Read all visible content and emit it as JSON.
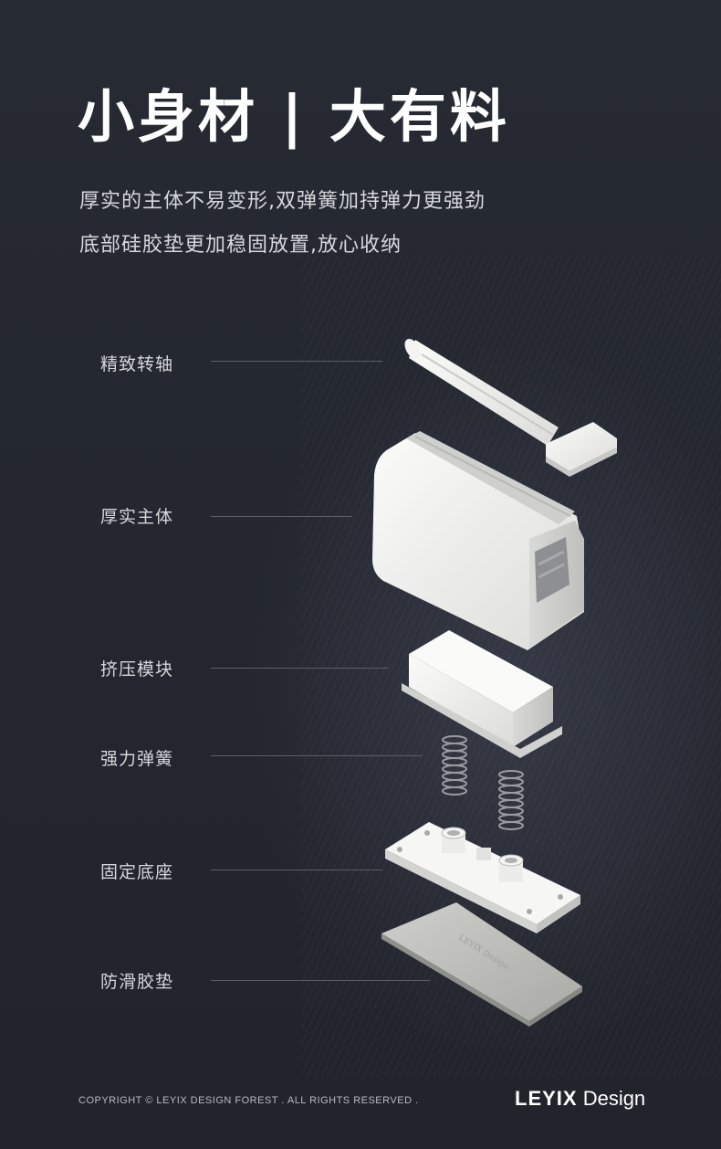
{
  "headline": "小身材 | 大有料",
  "subtitle": {
    "line1": "厚实的主体不易变形,双弹簧加持弹力更强劲",
    "line2": "底部硅胶垫更加稳固放置,放心收纳"
  },
  "parts": [
    {
      "label": "精致转轴"
    },
    {
      "label": "厚实主体"
    },
    {
      "label": "挤压模块"
    },
    {
      "label": "强力弹簧"
    },
    {
      "label": "固定底座"
    },
    {
      "label": "防滑胶垫"
    }
  ],
  "pad_engraving": "LEYIX Design",
  "footer": {
    "copyright": "COPYRIGHT © LEYIX DESIGN FOREST . ALL RIGHTS RESERVED .",
    "brand_bold": "LEYIX",
    "brand_regular": " Design"
  },
  "colors": {
    "background": "#23252e",
    "text_primary": "#ffffff",
    "text_secondary": "#d6d8dd",
    "leader_line": "#5b5e67",
    "product_white": "#f2f2f0"
  }
}
